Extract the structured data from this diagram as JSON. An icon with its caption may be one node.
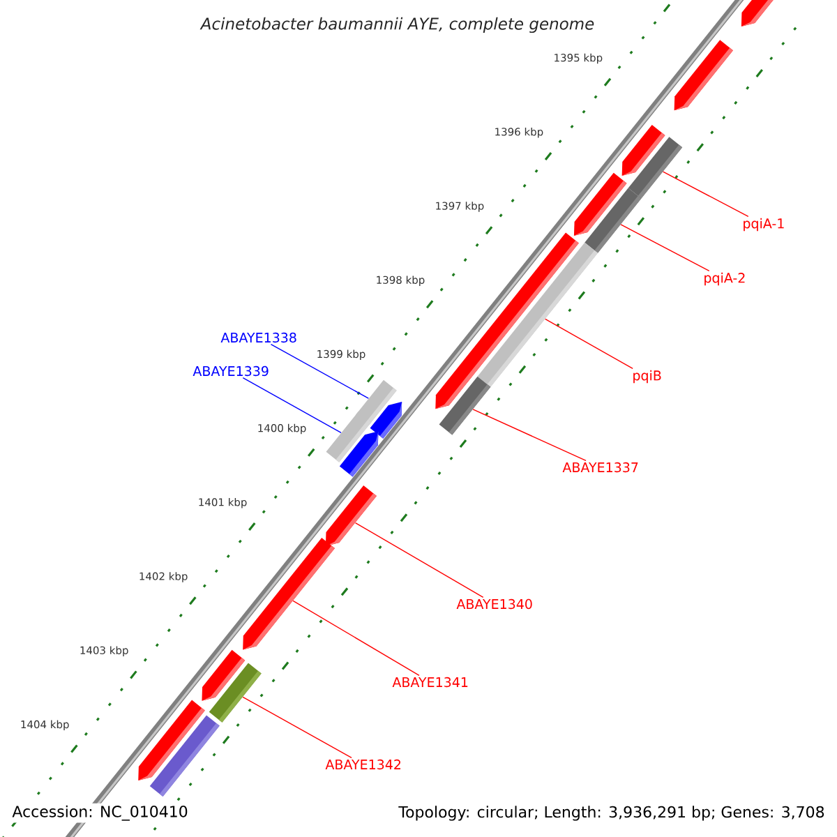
{
  "diagram": {
    "title": "Acinetobacter baumannii AYE, complete genome",
    "nodes": [
      {
        "text": [
          "pqiA-1"
        ]
      },
      {
        "text": [
          "pqiA-2"
        ]
      },
      {
        "text": [
          "ABAYE1338"
        ]
      },
      {
        "text": [
          "ABAYE1339"
        ]
      },
      {
        "text": [
          "pqiB"
        ]
      },
      {
        "text": [
          "ABAYE1337"
        ]
      },
      {
        "text": [
          "ABAYE1340"
        ]
      },
      {
        "text": [
          "ABAYE1341"
        ]
      },
      {
        "text": [
          "ABAYE1342"
        ]
      },
      {
        "text": [],
        "shape": "pentagon"
      },
      {
        "text": [],
        "shape": "pentagon"
      },
      {
        "text": [],
        "shape": "pentagon"
      },
      {
        "text": [],
        "shape": "bar"
      },
      {
        "text": [],
        "shape": "bar"
      },
      {
        "text": [],
        "shape": "pentagon"
      },
      {
        "text": [],
        "shape": "pentagon"
      },
      {
        "text": [],
        "shape": "bar"
      },
      {
        "text": [],
        "shape": "bar"
      },
      {
        "text": [],
        "shape": "bar"
      },
      {
        "text": [],
        "shape": "pentagon"
      },
      {
        "text": [],
        "shape": "bar"
      },
      {
        "text": [],
        "shape": "pentagon"
      },
      {
        "text": [],
        "shape": "pentagon"
      },
      {
        "text": [],
        "shape": "pentagon"
      },
      {
        "text": [],
        "shape": "pentagon"
      },
      {
        "text": [],
        "shape": "bar"
      },
      {
        "text": [],
        "shape": "pentagon"
      },
      {
        "text": [],
        "shape": "bar"
      }
    ],
    "edges": [
      {
        "from": 0,
        "to": 12,
        "arrow": "none"
      },
      {
        "from": 1,
        "to": 13,
        "arrow": "none"
      },
      {
        "from": 2,
        "to": 18,
        "arrow": "none",
        "color": "#0000ff"
      },
      {
        "from": 3,
        "to": 20,
        "arrow": "none",
        "color": "#0000ff"
      },
      {
        "from": 4,
        "to": 16,
        "arrow": "none"
      },
      {
        "from": 5,
        "to": 17,
        "arrow": "none"
      },
      {
        "from": 6,
        "to": 22,
        "arrow": "none"
      },
      {
        "from": 7,
        "to": 23,
        "arrow": "none"
      },
      {
        "from": 8,
        "to": 25,
        "arrow": "none"
      }
    ],
    "labels": [
      "1395 kbp",
      "1396 kbp",
      "1397 kbp",
      "1398 kbp",
      "1399 kbp",
      "1400 kbp",
      "1401 kbp",
      "1402 kbp",
      "1403 kbp",
      "1404 kbp",
      "Accession: NC_010410",
      "Topology: circular; Length: 3,936,291 bp; Genes: 3,708"
    ]
  }
}
